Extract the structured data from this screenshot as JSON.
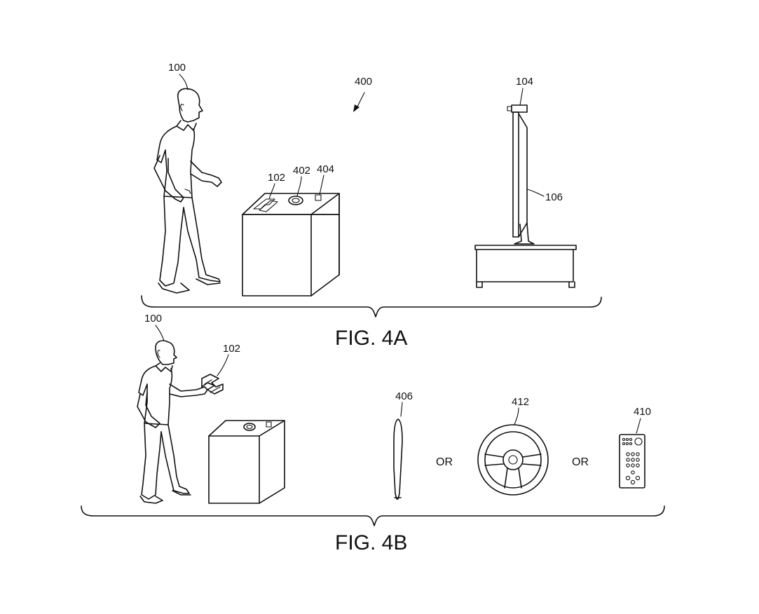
{
  "figure_4a": {
    "caption": "FIG. 4A",
    "labels": {
      "user": "100",
      "system": "400",
      "controller": "102",
      "button_round": "402",
      "button_square": "404",
      "camera": "104",
      "display": "106"
    }
  },
  "figure_4b": {
    "caption": "FIG. 4B",
    "labels": {
      "user": "100",
      "controller": "102",
      "bat": "406",
      "steering_wheel": "412",
      "remote": "410"
    },
    "or_words": [
      "OR",
      "OR"
    ]
  }
}
